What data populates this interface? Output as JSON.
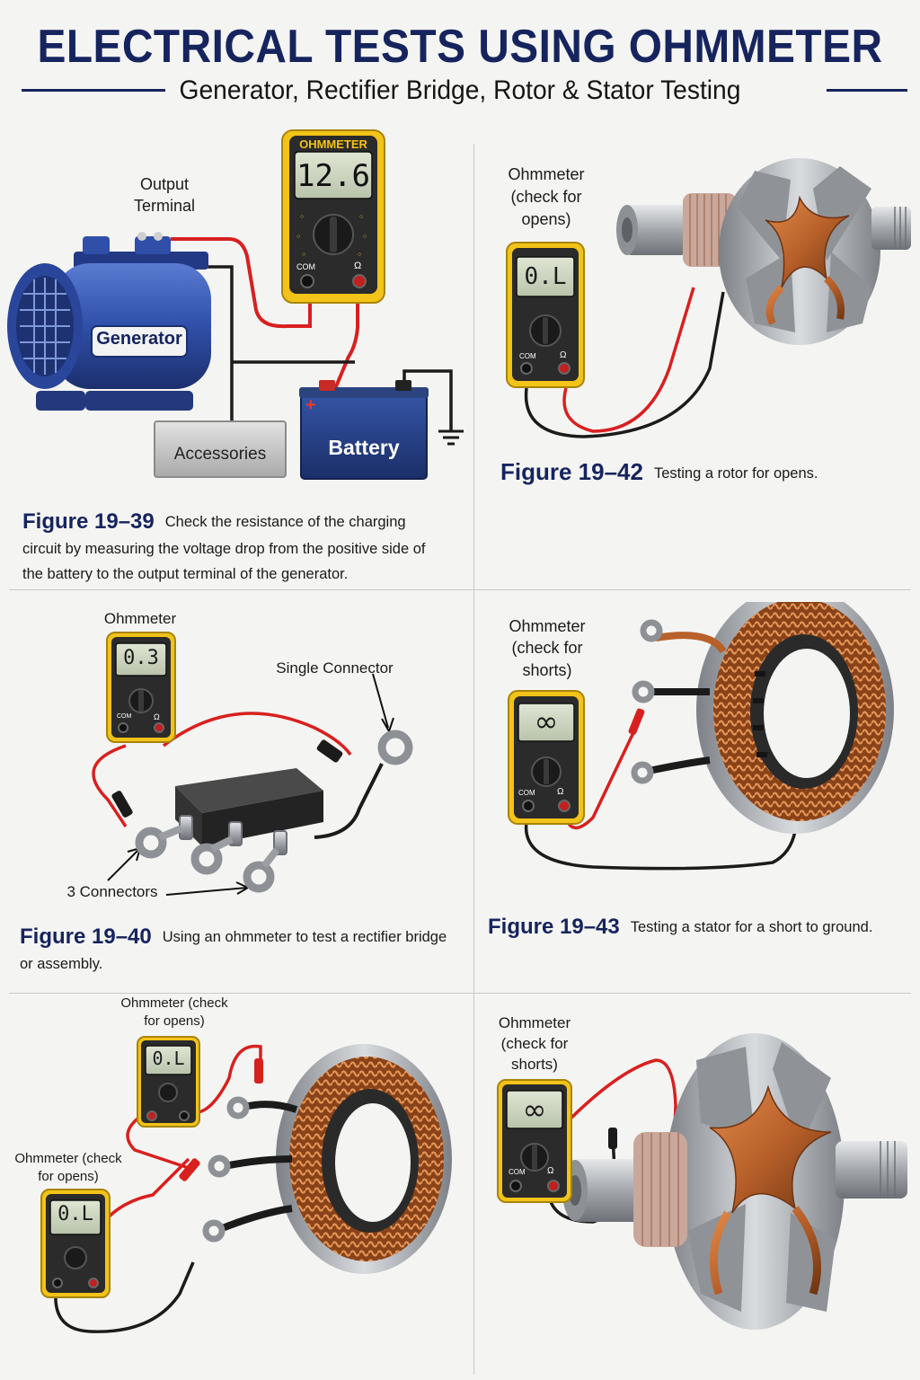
{
  "header": {
    "title": "ELECTRICAL TESTS USING OHMMETER",
    "subtitle": "Generator, Rectifier Bridge, Rotor & Stator Testing"
  },
  "panel1": {
    "meter_title": "OHMMETER",
    "meter_reading": "12.6",
    "label_output_terminal": "Output Terminal",
    "label_generator": "Generator",
    "label_accessories": "Accessories",
    "label_battery": "Battery",
    "figure": "Figure 19–39",
    "caption": "Check the resistance of the charging circuit by measuring the voltage drop from the positive side of the battery to the output terminal of the generator."
  },
  "panel2": {
    "label_meter": "Ohmmeter (check for opens)",
    "meter_reading": "0.L",
    "figure": "Figure 19–42",
    "caption": "Testing a rotor for opens."
  },
  "panel3": {
    "label_meter": "Ohmmeter",
    "meter_reading": "0.3",
    "label_single": "Single Connector",
    "label_three": "3 Connectors",
    "figure": "Figure 19–40",
    "caption": "Using an ohmmeter to test a rectifier bridge or assembly."
  },
  "panel4": {
    "label_meter": "Ohmmeter (check for shorts)",
    "meter_reading": "∞",
    "figure": "Figure 19–43",
    "caption": "Testing a stator for a short to ground."
  },
  "panel5": {
    "label_meter_top": "Ohmmeter (check for opens)",
    "label_meter_bottom": "Ohmmeter (check for opens)",
    "meter_reading_top": "0.L",
    "meter_reading_bottom": "0.L"
  },
  "panel6": {
    "label_meter": "Ohmmeter (check for shorts)",
    "meter_reading": "∞"
  },
  "meter_ports": {
    "com": "COM",
    "ohm": "Ω"
  },
  "colors": {
    "title_navy": "#16245e",
    "meter_yellow": "#f2c318",
    "lead_red": "#d8201f",
    "lead_black": "#1b1b1b",
    "generator_blue": "#2f4fa8",
    "copper": "#b8602a",
    "steel": "#9a9ea3"
  }
}
